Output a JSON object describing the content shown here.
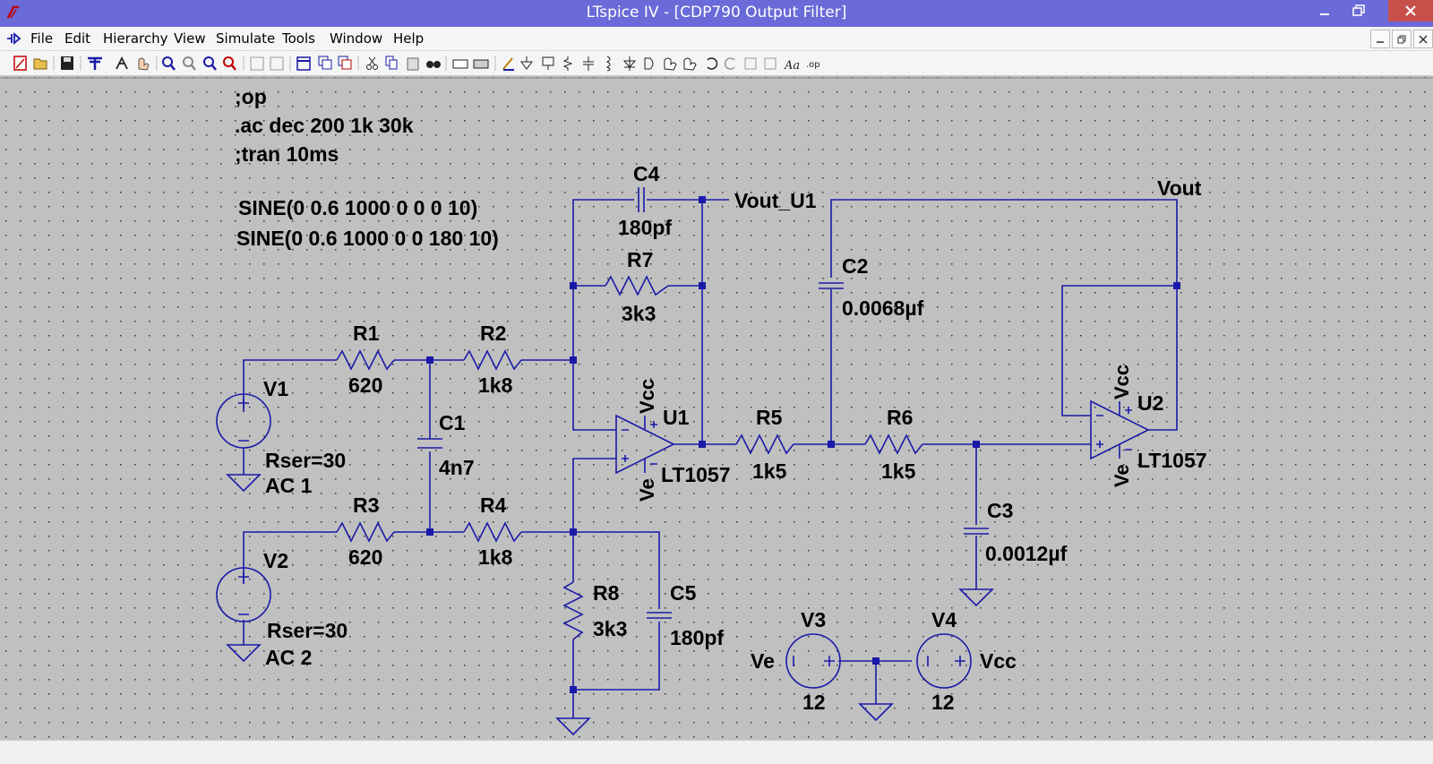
{
  "window": {
    "title": "LTspice IV - [CDP790 Output Filter]"
  },
  "menu": [
    "File",
    "Edit",
    "Hierarchy",
    "View",
    "Simulate",
    "Tools",
    "Window",
    "Help"
  ],
  "directives": [
    ";op",
    ".ac dec 200 1k 30k",
    ";tran 10ms",
    "SINE(0 0.6 1000 0 0 0 10)",
    "SINE(0 0.6 1000 0 0 180 10)"
  ],
  "components": {
    "R1": {
      "name": "R1",
      "value": "620"
    },
    "R2": {
      "name": "R2",
      "value": "1k8"
    },
    "R3": {
      "name": "R3",
      "value": "620"
    },
    "R4": {
      "name": "R4",
      "value": "1k8"
    },
    "R5": {
      "name": "R5",
      "value": "1k5"
    },
    "R6": {
      "name": "R6",
      "value": "1k5"
    },
    "R7": {
      "name": "R7",
      "value": "3k3"
    },
    "R8": {
      "name": "R8",
      "value": "3k3"
    },
    "C1": {
      "name": "C1",
      "value": "4n7"
    },
    "C2": {
      "name": "C2",
      "value": "0.0068µf"
    },
    "C3": {
      "name": "C3",
      "value": "0.0012µf"
    },
    "C4": {
      "name": "C4",
      "value": "180pf"
    },
    "C5": {
      "name": "C5",
      "value": "180pf"
    },
    "V1": {
      "name": "V1",
      "rser": "Rser=30",
      "ac": "AC 1"
    },
    "V2": {
      "name": "V2",
      "rser": "Rser=30",
      "ac": "AC 2"
    },
    "V3": {
      "name": "V3",
      "value": "12"
    },
    "V4": {
      "name": "V4",
      "value": "12"
    },
    "U1": {
      "name": "U1",
      "model": "LT1057"
    },
    "U2": {
      "name": "U2",
      "model": "LT1057"
    }
  },
  "nets": {
    "vout_u1": "Vout_U1",
    "vout": "Vout",
    "vcc": "Vcc",
    "ve": "Ve"
  },
  "colors": {
    "wire": "#1a1aa8",
    "canvas": "#c0c0c0",
    "titlebar": "#6a6ad8",
    "dot": "#1a1aa8"
  }
}
